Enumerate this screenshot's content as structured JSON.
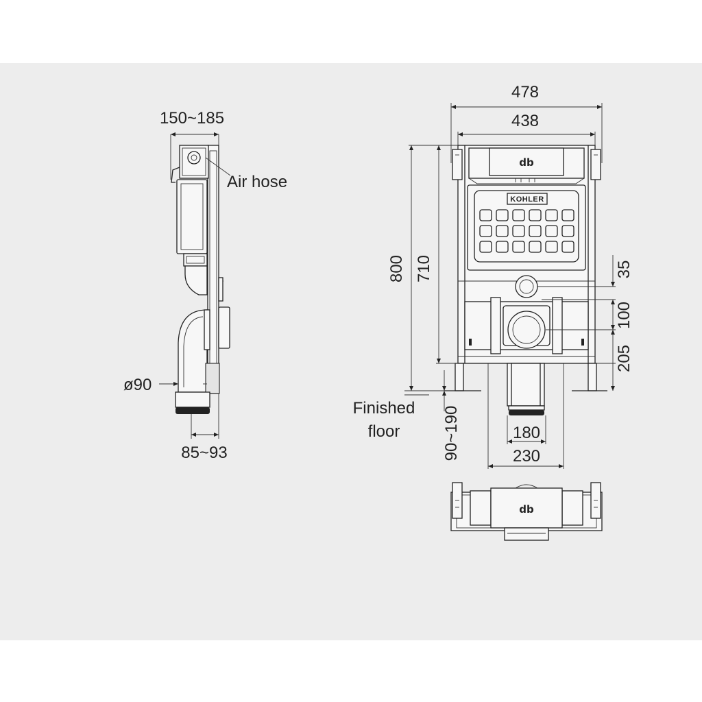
{
  "side_view": {
    "dim_top": "150~185",
    "air_hose": "Air hose",
    "pipe_dia": "ø90",
    "dim_bottom": "85~93"
  },
  "front_view": {
    "width_outer": "478",
    "width_inner": "438",
    "height_total": "800",
    "height_frame": "710",
    "dim_35": "35",
    "dim_100": "100",
    "dim_205": "205",
    "finished_floor_line1": "Finished",
    "finished_floor_line2": "floor",
    "dim_floor": "90~190",
    "dim_180": "180",
    "dim_230": "230",
    "brand": "KOHLER",
    "logo": "db"
  },
  "top_view": {
    "logo": "db"
  }
}
